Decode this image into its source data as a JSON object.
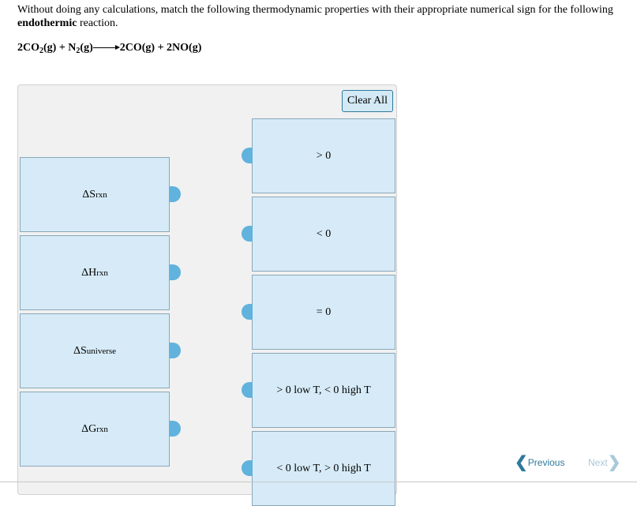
{
  "question": {
    "text_before": "Without doing any calculations, match the following thermodynamic properties with their appropriate numerical sign for the following ",
    "bold_word": "endothermic",
    "text_after": " reaction."
  },
  "equation": {
    "reactant1": "2CO",
    "reactant1_sub": "2",
    "reactant1_state": "(g) + N",
    "reactant2_sub": "2",
    "reactant2_state": "(g)",
    "products": "2CO(g) + 2NO(g)"
  },
  "clear_all_label": "Clear All",
  "properties": [
    {
      "symbol": "ΔS",
      "sub": "rxn"
    },
    {
      "symbol": "ΔH",
      "sub": "rxn"
    },
    {
      "symbol": "ΔS",
      "sub": "universe"
    },
    {
      "symbol": "ΔG",
      "sub": "rxn"
    }
  ],
  "signs": [
    "> 0",
    "< 0",
    "= 0",
    "> 0 low T, < 0 high T",
    "< 0 low T, > 0 high T"
  ],
  "nav": {
    "previous": "Previous",
    "next": "Next",
    "prev_chevron": "❮",
    "next_chevron": "❯"
  },
  "colors": {
    "box_fill": "#d6ebf7",
    "knob": "#61b2dc",
    "panel": "#f1f1f1",
    "link": "#2e7a9e"
  }
}
